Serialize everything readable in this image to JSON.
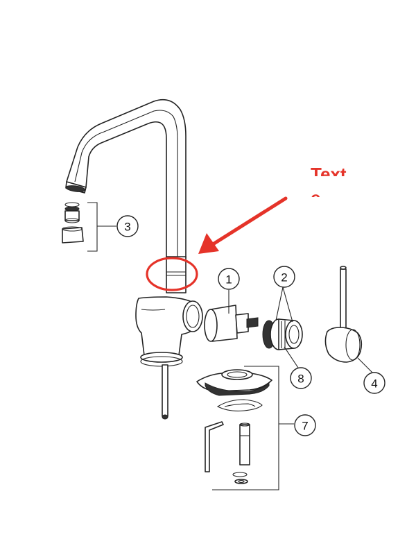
{
  "callouts": [
    {
      "id": "1",
      "label": "1"
    },
    {
      "id": "2",
      "label": "2"
    },
    {
      "id": "3",
      "label": "3"
    },
    {
      "id": "4",
      "label": "4"
    },
    {
      "id": "7",
      "label": "7"
    },
    {
      "id": "8",
      "label": "8"
    }
  ],
  "annotation": {
    "text_line1": "Text",
    "text_line2": "e",
    "color": "#e53329"
  }
}
